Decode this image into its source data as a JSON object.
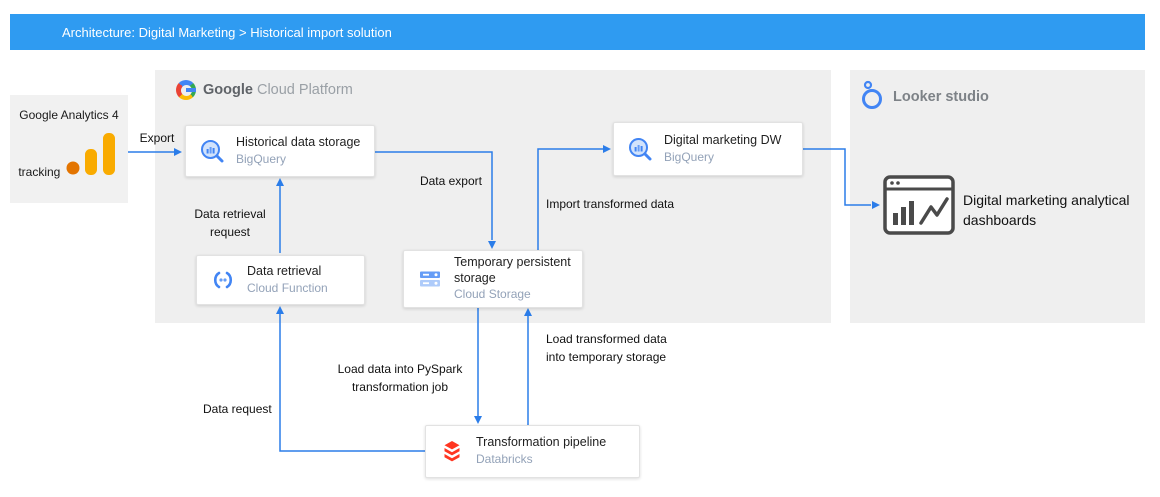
{
  "header": {
    "title": "Architecture: Digital Marketing > Historical import solution"
  },
  "source": {
    "title": "Google Analytics 4 tracking",
    "icon": "google-analytics-icon"
  },
  "regions": {
    "gcp": {
      "brand_primary": "Google",
      "brand_secondary": " Cloud Platform",
      "icon": "google-logo-icon"
    },
    "looker": {
      "brand": "Looker studio",
      "icon": "looker-icon"
    }
  },
  "nodes": {
    "historical": {
      "title": "Historical data storage",
      "subtitle": "BigQuery",
      "icon": "bigquery-icon"
    },
    "retrieval": {
      "title": "Data retrieval",
      "subtitle": "Cloud Function",
      "icon": "cloud-functions-icon"
    },
    "temp_storage": {
      "title": "Temporary persistent storage",
      "subtitle": "Cloud Storage",
      "icon": "cloud-storage-icon"
    },
    "dw": {
      "title": "Digital marketing DW",
      "subtitle": "BigQuery",
      "icon": "bigquery-icon"
    },
    "pipeline": {
      "title": "Transformation pipeline",
      "subtitle": "Databricks",
      "icon": "databricks-icon"
    }
  },
  "output": {
    "label": "Digital marketing analytical dashboards",
    "icon": "dashboard-icon"
  },
  "edges": {
    "export": {
      "label": "Export"
    },
    "data_export": {
      "label": "Data export"
    },
    "retrieval_request": {
      "label": "Data retrieval request"
    },
    "import_transformed": {
      "label": "Import transformed data"
    },
    "load_pyspark": {
      "label": "Load data into PySpark transformation job"
    },
    "load_transformed": {
      "label": "Load transformed data into temporary storage"
    },
    "data_request": {
      "label": "Data request"
    }
  },
  "colors": {
    "header_bg": "#2f9bf1",
    "connector_blue": "#2b7de9",
    "region_bg": "#efefef",
    "google_blue": "#4285f4",
    "databricks_red": "#ff3621",
    "analytics_orange": "#f9ab00",
    "analytics_deep_orange": "#e37400"
  }
}
